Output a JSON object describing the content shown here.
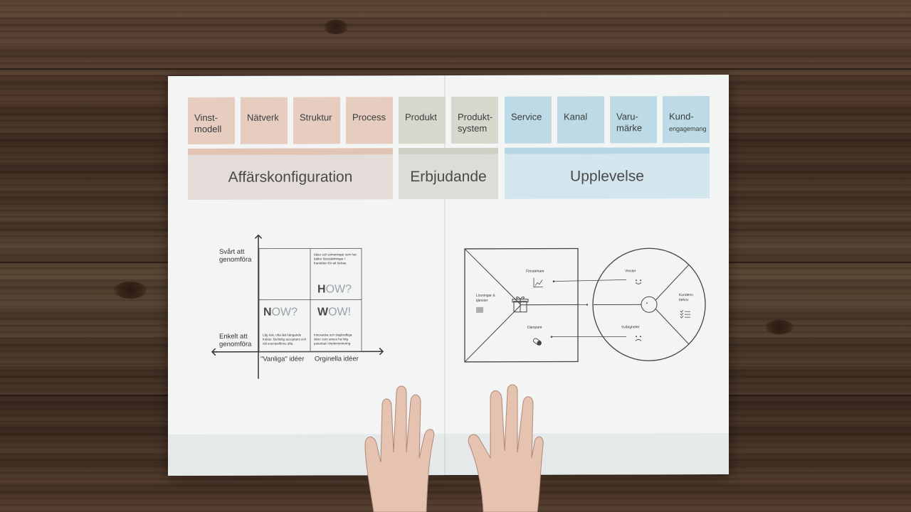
{
  "colors": {
    "affars": "#e7cdbf",
    "affars_bar": "#e2c4b3",
    "affars_cat": "#e4dcd8",
    "erbjudande": "#d8d7cd",
    "erbjudande_bar": "#cfcfc4",
    "erbjudande_cat": "#dddcd6",
    "upplevelse": "#bcdbe6",
    "upplevelse_bar": "#b6d8e4",
    "upplevelse_cat": "#d4e6ed"
  },
  "innovation_types": [
    {
      "line1": "Vinst-",
      "line2": "modell",
      "group": "affars"
    },
    {
      "line1": "Nätverk",
      "line2": "",
      "group": "affars"
    },
    {
      "line1": "Struktur",
      "line2": "",
      "group": "affars"
    },
    {
      "line1": "Process",
      "line2": "",
      "group": "affars"
    },
    {
      "line1": "Produkt",
      "line2": "",
      "group": "erbjudande"
    },
    {
      "line1": "Produkt-",
      "line2": "system",
      "group": "erbjudande"
    },
    {
      "line1": "Service",
      "line2": "",
      "group": "upplevelse"
    },
    {
      "line1": "Kanal",
      "line2": "",
      "group": "upplevelse"
    },
    {
      "line1": "Varu-",
      "line2": "märke",
      "group": "upplevelse"
    },
    {
      "line1": "Kund-",
      "line2": "engagemang",
      "group": "upplevelse"
    }
  ],
  "categories": {
    "affars": "Affärskonfiguration",
    "erbjudande": "Erbjudande",
    "upplevelse": "Upplevelse"
  },
  "matrix": {
    "y_top": "Svårt att genomföra",
    "y_bottom": "Enkelt att genomföra",
    "x_left": "\"Vanliga\" idéer",
    "x_right": "Orginella idéer",
    "how_desc": "Idéer och utmaningar som har bättre förutsättningar i framtiden för att lyckas.",
    "how_initial": "H",
    "how_rest": "OW?",
    "now_initial": "N",
    "now_rest": "OW?",
    "now_desc": "Låg risk, ofta lätt hängande frukter. Befintlig acceptans och väl exempelfinns ofta",
    "wow_initial": "W",
    "wow_rest": "OW!",
    "wow_desc": "Innovativa och slagkraftiga idéer som anses ha hög potential i implementering"
  },
  "value_canvas": {
    "losningar": "Lösningar & tjänster",
    "forstarkare": "Förstärkare",
    "dampare": "Dämpare",
    "vinster": "Vinster",
    "kundens_behov": "Kundens behov",
    "svarigheter": "Svårigheter",
    "icons": [
      "gift-icon",
      "barcode-icon",
      "chart-icon",
      "pill-icon",
      "smile-icon",
      "frown-icon",
      "checklist-icon",
      "face-icon"
    ]
  }
}
